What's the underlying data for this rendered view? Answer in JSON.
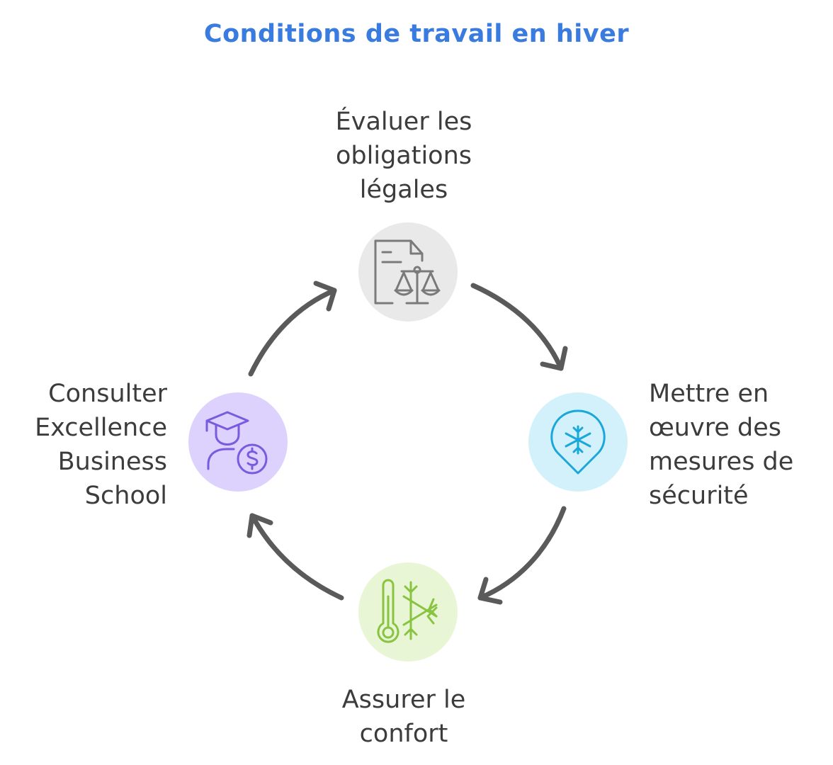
{
  "title": "Conditions de travail en hiver",
  "colors": {
    "title": "#3a7be0",
    "label_text": "#3c3c3c",
    "arrow": "#5a5a5a"
  },
  "steps": [
    {
      "id": "legal",
      "lines": [
        "Évaluer les",
        "obligations",
        "légales"
      ],
      "icon": "document-scale-icon",
      "circle_color": "#e9e9e9",
      "icon_color": "#7a7a7a"
    },
    {
      "id": "safety",
      "lines": [
        "Mettre en",
        "œuvre des",
        "mesures de",
        "sécurité"
      ],
      "icon": "snowflake-drop-icon",
      "circle_color": "#d2f1fb",
      "icon_color": "#1aa7d9"
    },
    {
      "id": "comfort",
      "lines": [
        "Assurer le",
        "confort"
      ],
      "icon": "thermometer-snowflake-icon",
      "circle_color": "#e8f6d6",
      "icon_color": "#88c440"
    },
    {
      "id": "consult",
      "lines": [
        "Consulter",
        "Excellence",
        "Business",
        "School"
      ],
      "icon": "graduate-money-icon",
      "circle_color": "#dcd2fd",
      "icon_color": "#7a5be0"
    }
  ]
}
